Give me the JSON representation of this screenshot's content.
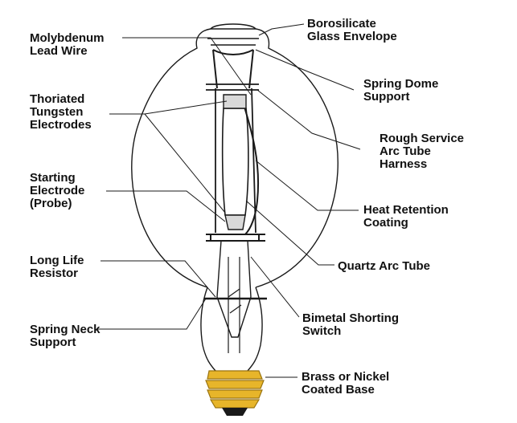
{
  "labels": {
    "borosilicate": [
      "Borosilicate",
      "Glass Envelope"
    ],
    "molybdenum": [
      "Molybdenum",
      "Lead Wire"
    ],
    "spring_dome": [
      "Spring Dome",
      "Support"
    ],
    "thoriated": [
      "Thoriated",
      "Tungsten",
      "Electrodes"
    ],
    "rough_service": [
      "Rough Service",
      "Arc Tube",
      "Harness"
    ],
    "starting": [
      "Starting",
      "Electrode",
      "(Probe)"
    ],
    "heat_retention": [
      "Heat Retention",
      "Coating"
    ],
    "long_life": [
      "Long Life",
      "Resistor"
    ],
    "quartz": [
      "Quartz Arc Tube"
    ],
    "bimetal": [
      "Bimetal Shorting",
      "Switch"
    ],
    "spring_neck": [
      "Spring Neck",
      "Support"
    ],
    "base": [
      "Brass or Nickel",
      "Coated Base"
    ]
  },
  "colors": {
    "outline": "#1a1a1a",
    "base_gold": "#e7b52a",
    "base_shadow": "#9a7410",
    "text": "#111111"
  }
}
